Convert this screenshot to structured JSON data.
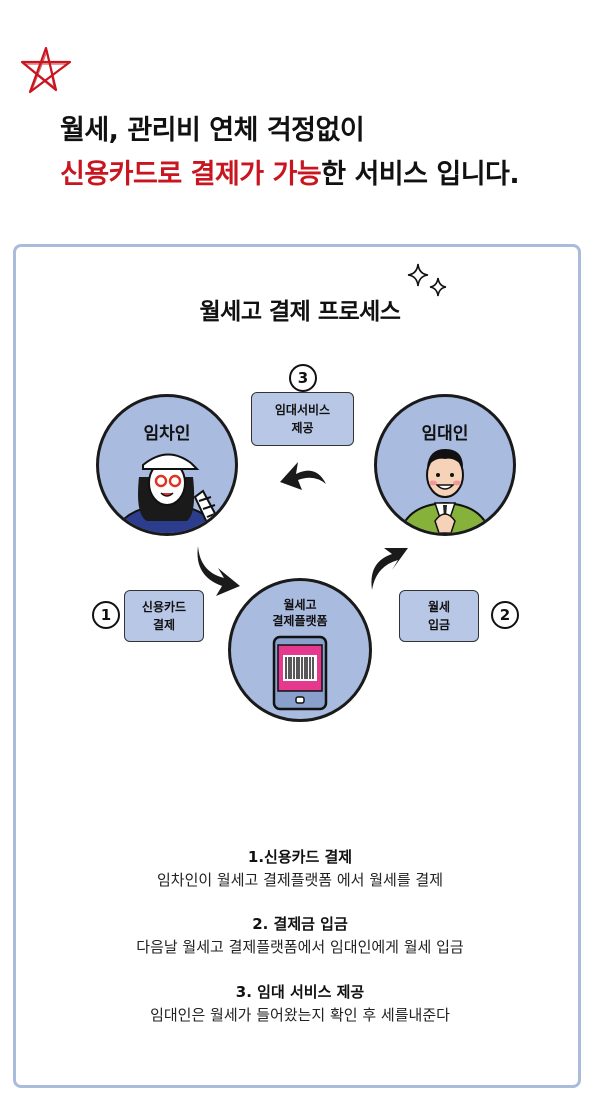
{
  "heading": {
    "line1": "월세, 관리비 연체 걱정없이",
    "line2_highlight": "신용카드로 결제가 가능",
    "line2_rest": "한 서비스 입니다."
  },
  "process": {
    "title": "월세고 결제 프로세스",
    "tenant_label": "임차인",
    "landlord_label": "임대인",
    "platform_label_1": "월세고",
    "platform_label_2": "결제플랫폼",
    "service_box_1": "임대서비스",
    "service_box_2": "제공",
    "card_box_1": "신용카드",
    "card_box_2": "결제",
    "rent_box_1": "월세",
    "rent_box_2": "입금",
    "num1": "1",
    "num2": "2",
    "num3": "3"
  },
  "steps": [
    {
      "title": "1.신용카드 결제",
      "desc": "임차인이 월세고 결제플랫폼 에서 월세를 결제"
    },
    {
      "title": "2. 결제금 입금",
      "desc": "다음날 월세고 결제플랫폼에서 임대인에게 월세 입금"
    },
    {
      "title": "3. 임대 서비스 제공",
      "desc": "임대인은 월세가 들어왔는지 확인 후 세를내준다"
    }
  ],
  "colors": {
    "accent_red": "#c8151f",
    "circle_blue": "#a9bbdf",
    "box_blue": "#b9c7e6",
    "panel_border": "#aabbdc"
  }
}
